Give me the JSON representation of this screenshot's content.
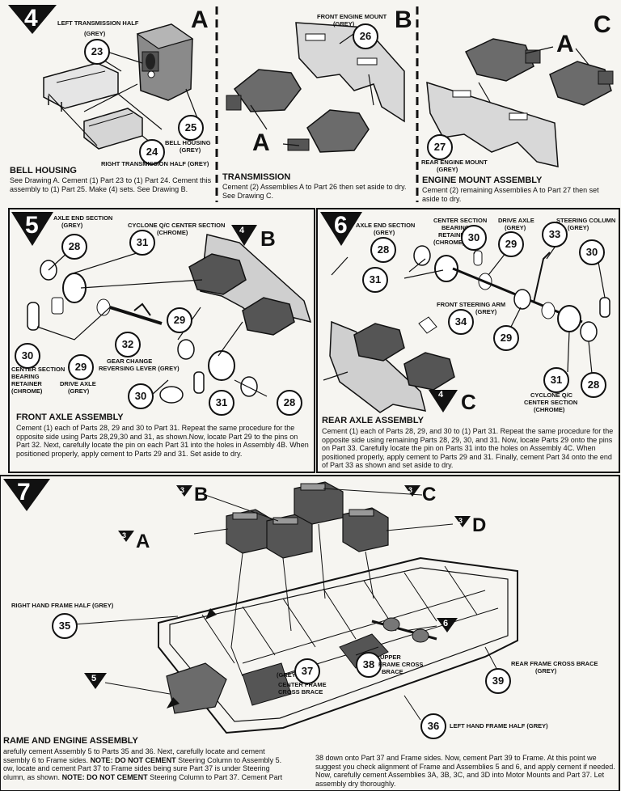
{
  "step4": {
    "number": "4",
    "drawings": {
      "a": "A",
      "b": "B",
      "c": "C"
    },
    "labels": {
      "left_trans": "LEFT TRANSMISSION HALF",
      "left_trans_color": "(GREY)",
      "bell_housing": "BELL HOUSING",
      "bell_housing_color": "(GREY)",
      "right_trans": "RIGHT TRANSMISSION HALF (GREY)",
      "front_mount": "FRONT ENGINE MOUNT",
      "front_mount_color": "(GREY)",
      "rear_mount": "REAR ENGINE MOUNT",
      "rear_mount_color": "(GREY)",
      "assy_a": "A"
    },
    "parts": {
      "p23": "23",
      "p24": "24",
      "p25": "25",
      "p26": "26",
      "p27": "27"
    },
    "sections": [
      {
        "title": "BELL HOUSING",
        "text": "See Drawing A. Cement (1) Part 23 to (1) Part 24. Cement this assembly to (1) Part 25. Make (4) sets. See Drawing B."
      },
      {
        "title": "TRANSMISSION",
        "text": "Cement (2) Assemblies A to Part 26 then set aside to dry. See Drawing C."
      },
      {
        "title": "ENGINE MOUNT ASSEMBLY",
        "text": "Cement (2) remaining Assemblies A to Part 27 then set aside to dry."
      }
    ]
  },
  "step5": {
    "number": "5",
    "ref_num": "4",
    "ref_letter": "B",
    "labels": {
      "axle_end": "AXLE END SECTION",
      "axle_end_color": "(GREY)",
      "cyclone": "CYCLONE Q/C CENTER SECTION",
      "cyclone_color": "(CHROME)",
      "gear_change": "GEAR CHANGE",
      "reversing": "REVERSING LEVER (GREY)",
      "center_section": "CENTER SECTION",
      "bearing": "BEARING",
      "retainer": "RETAINER",
      "chrome": "(CHROME)",
      "drive_axle": "DRIVE AXLE",
      "drive_axle_color": "(GREY)"
    },
    "parts": {
      "p28a": "28",
      "p31a": "31",
      "p29a": "29",
      "p32": "32",
      "p30a": "30",
      "p29b": "29",
      "p30b": "30",
      "p31b": "31",
      "p28b": "28"
    },
    "title": "FRONT AXLE ASSEMBLY",
    "text": "Cement (1) each of Parts 28, 29 and 30 to Part 31. Repeat the same procedure for the opposite side using Parts 28,29,30 and 31, as shown.Now, locate Part 29 to the pins on Part 32. Next, carefully locate the pin on each Part 31 into the holes in Assembly 4B. When positioned properly, apply cement to Parts 29 and 31. Set aside to dry."
  },
  "step6": {
    "number": "6",
    "ref_num": "4",
    "ref_letter": "C",
    "labels": {
      "axle_end": "AXLE END SECTION",
      "axle_end_color": "(GREY)",
      "center_section": "CENTER SECTION",
      "bearing": "BEARING",
      "retainer": "RETAINER",
      "chrome": "(CHROME)",
      "drive_axle": "DRIVE AXLE",
      "drive_axle_color": "(GREY)",
      "steering_column": "STEERING COLUMN",
      "steering_column_color": "(GREY)",
      "front_steering_arm": "FRONT STEERING ARM",
      "front_steering_arm_color": "(GREY)",
      "cyclone": "CYCLONE Q/C",
      "cyclone2": "CENTER SECTION",
      "cyclone_color": "(CHROME)"
    },
    "parts": {
      "p28a": "28",
      "p30a": "30",
      "p29a": "29",
      "p33": "33",
      "p30b": "30",
      "p31a": "31",
      "p34": "34",
      "p29b": "29",
      "p31b": "31",
      "p28b": "28"
    },
    "title": "REAR AXLE ASSEMBLY",
    "text": "Cement (1) each of Parts 28, 29, and 30 to (1) Part 31. Repeat the same procedure for the opposite side using remaining Parts 28, 29, 30, and 31. Now, locate Parts 29 onto the pins on Part 33. Carefully locate the pin on Parts 31 into the holes on Assembly 4C. When positioned properly, apply cement to Parts 29 and 31. Finally, cement Part 34 onto the end of Part 33 as shown and set aside to dry."
  },
  "step7": {
    "number": "7",
    "refs": [
      {
        "num": "3",
        "letter": "A"
      },
      {
        "num": "3",
        "letter": "B"
      },
      {
        "num": "3",
        "letter": "C"
      },
      {
        "num": "3",
        "letter": "D"
      },
      {
        "num": "5",
        "letter": ""
      },
      {
        "num": "6",
        "letter": ""
      }
    ],
    "labels": {
      "right_frame": "RIGHT HAND FRAME HALF (GREY)",
      "left_frame": "LEFT HAND FRAME HALF (GREY)",
      "grey": "(GREY)",
      "center_frame": "CENTER FRAME",
      "cross_brace": "CROSS BRACE",
      "upper_frame": "UPPER",
      "upper_frame2": "FRAME CROSS",
      "upper_frame3": "BRACE",
      "rear_frame": "REAR FRAME CROSS BRACE",
      "rear_frame_color": "(GREY)"
    },
    "parts": {
      "p35": "35",
      "p36": "36",
      "p37": "37",
      "p38": "38",
      "p39": "39"
    },
    "title": "RAME AND ENGINE ASSEMBLY",
    "text_left": [
      "arefully cement Assembly 5 to Parts 35 and 36. Next, carefully locate and cement",
      "ssembly 6 to Frame sides.",
      " DO NOT CEMENT",
      " Steering Column to Assembly 5.",
      "ow, locate and cement Part 37 to Frame sides being sure Part 37 is under Steering",
      "olumn, as shown.",
      " DO NOT CEMENT",
      " Steering Column to Part 37. Cement Part"
    ],
    "note_label": "NOTE:",
    "text_right": "38 down onto Part 37 and Frame sides. Now, cement Part 39 to Frame. At this point we suggest you check alignment of Frame and Assemblies 5 and 6, and apply cement if needed. Now, carefully cement Assemblies 3A, 3B, 3C, and 3D into Motor Mounts and Part 37. Let assembly dry thoroughly."
  },
  "colors": {
    "ink": "#111111",
    "paper": "#f6f5f1",
    "part_fill": "#c9c9c9",
    "part_dark": "#6d6d6d"
  }
}
